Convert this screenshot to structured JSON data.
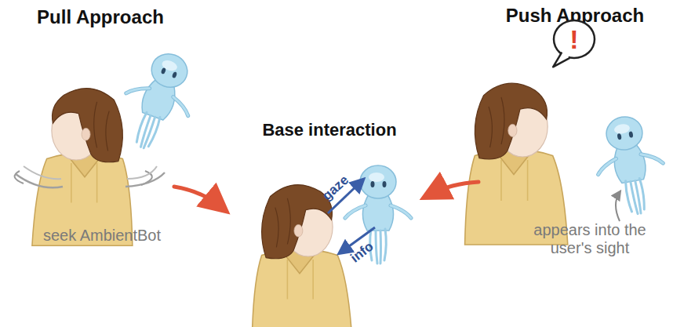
{
  "diagram": {
    "nodes": [
      {
        "text": [
          "!"
        ]
      }
    ],
    "labels": [
      "Pull Approach",
      "Base interaction",
      "Push Approach",
      "seek AmbientBot",
      "gaze",
      "info",
      "appears into the user's sight"
    ]
  }
}
